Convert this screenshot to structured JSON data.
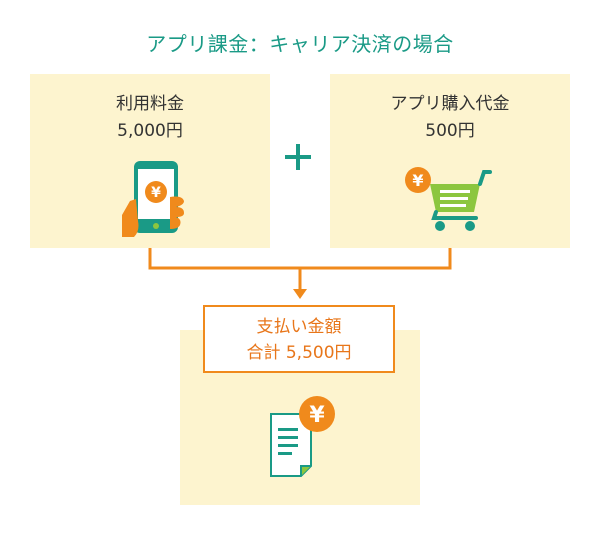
{
  "title": "アプリ課金：キャリア決済の場合",
  "usage_fee": {
    "label": "利用料金",
    "amount": "5,000円",
    "icon": "smartphone-yen-icon"
  },
  "purchase_fee": {
    "label": "アプリ購入代金",
    "amount": "500円",
    "icon": "shopping-cart-yen-icon"
  },
  "operator": "+",
  "total": {
    "label": "支払い金額",
    "amount": "合計 5,500円",
    "icon": "invoice-yen-icon"
  },
  "colors": {
    "title": "#1a9a86",
    "box_bg": "#fdf4cf",
    "accent_orange": "#f08a1c",
    "green": "#1a9a86",
    "cart_green": "#8cc63f"
  }
}
